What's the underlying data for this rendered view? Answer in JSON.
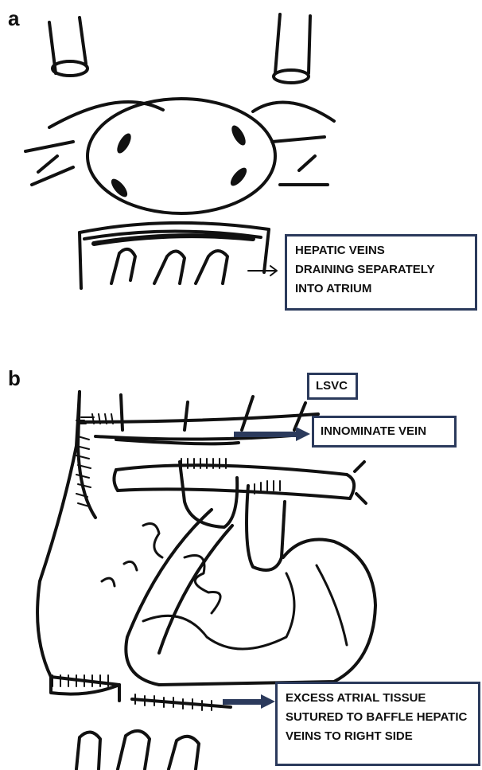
{
  "panels": {
    "a": {
      "letter": "a",
      "callout_lines": [
        "HEPATIC VEINS",
        "DRAINING SEPARATELY",
        "INTO ATRIUM"
      ]
    },
    "b": {
      "letter": "b",
      "label_lsvc": "LSVC",
      "label_innominate": "INNOMINATE VEIN",
      "callout_lines": [
        "EXCESS ATRIAL TISSUE",
        "SUTURED TO BAFFLE HEPATIC",
        "VEINS TO RIGHT SIDE"
      ]
    }
  },
  "colors": {
    "ink": "#111111",
    "callout_border": "#2b3a5c",
    "arrow": "#2b3a5c"
  }
}
